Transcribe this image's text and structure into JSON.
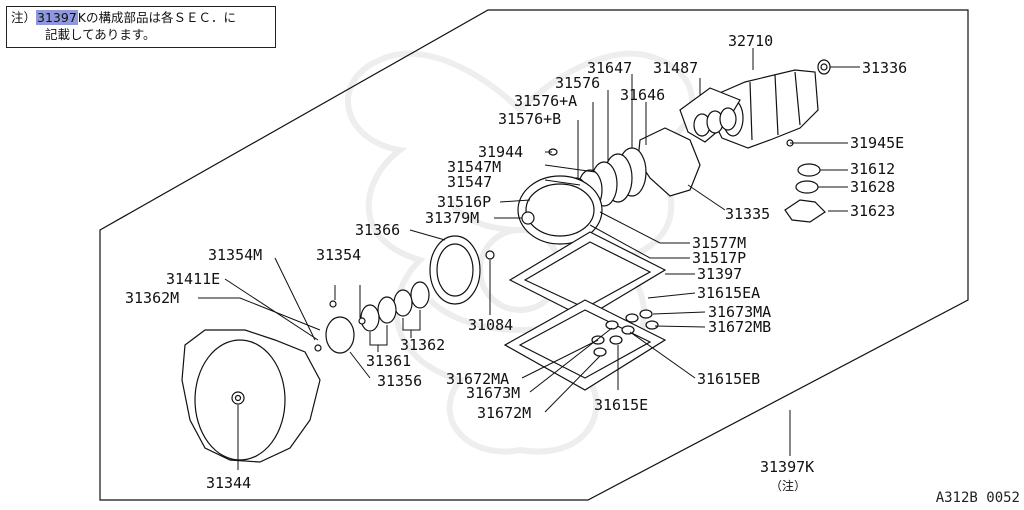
{
  "note": {
    "prefix": "注）",
    "highlight": "31397",
    "rest": "Kの構成部品は各ＳＥＣ．に",
    "line2": "記載してあります。"
  },
  "diagram_code": "A312B 0052",
  "callouts": {
    "c32710": "32710",
    "c31336": "31336",
    "c31487": "31487",
    "c31647": "31647",
    "c31576": "31576",
    "c31576A": "31576+A",
    "c31576B": "31576+B",
    "c31646": "31646",
    "c31945E": "31945E",
    "c31944": "31944",
    "c31547M": "31547M",
    "c31547": "31547",
    "c31612": "31612",
    "c31628": "31628",
    "c31516P": "31516P",
    "c31623": "31623",
    "c31379M": "31379M",
    "c31335": "31335",
    "c31366": "31366",
    "c31577M": "31577M",
    "c31517P": "31517P",
    "c31354M": "31354M",
    "c31354": "31354",
    "c31397": "31397",
    "c31411E": "31411E",
    "c31615EA": "31615EA",
    "c31362M": "31362M",
    "c31084": "31084",
    "c31673MA": "31673MA",
    "c31672MB": "31672MB",
    "c31362": "31362",
    "c31361": "31361",
    "c31356": "31356",
    "c31672MA": "31672MA",
    "c31615EB": "31615EB",
    "c31673M": "31673M",
    "c31615E": "31615E",
    "c31672M": "31672M",
    "c31344": "31344",
    "c31397K": "31397K",
    "c31397Knote": "（注）"
  }
}
